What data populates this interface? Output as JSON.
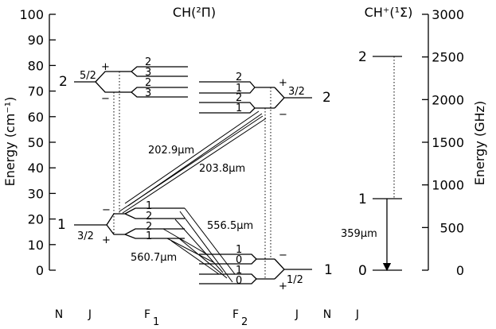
{
  "chart_data": {
    "type": "diagram",
    "title_left": "CH(²Π)",
    "title_right": "CH⁺(¹Σ)",
    "y_left": {
      "label": "Energy (cm⁻¹)",
      "range": [
        0,
        100
      ],
      "ticks": [
        "0",
        "10",
        "20",
        "30",
        "40",
        "50",
        "60",
        "70",
        "80",
        "90",
        "100"
      ]
    },
    "y_right": {
      "label": "Energy (GHz)",
      "range": [
        0,
        3000
      ],
      "ticks": [
        "0",
        "500",
        "1000",
        "1500",
        "2000",
        "2500",
        "3000"
      ]
    },
    "ch_levels": [
      {
        "N": "2",
        "J": "5/2",
        "ladder": "F1",
        "parity_upper": "+",
        "parity_lower": "−",
        "F_upper": [
          "2",
          "3"
        ],
        "F_lower": [
          "2",
          "3"
        ]
      },
      {
        "N": "1",
        "J": "3/2",
        "ladder": "F1",
        "parity_upper": "−",
        "parity_lower": "+",
        "F_upper": [
          "1",
          "2"
        ],
        "F_lower": [
          "2",
          "1"
        ]
      },
      {
        "N": "2",
        "J": "3/2",
        "ladder": "F2",
        "parity_upper": "+",
        "parity_lower": "−",
        "F_upper": [
          "2",
          "1"
        ],
        "F_lower": [
          "2",
          "1"
        ]
      },
      {
        "N": "1",
        "J": "1/2",
        "ladder": "F2",
        "parity_upper": "−",
        "parity_lower": "+",
        "F_upper": [
          "1",
          "0"
        ],
        "F_lower": [
          "1",
          "0"
        ]
      }
    ],
    "ch_plus_levels": [
      {
        "J": "2",
        "energy_ghz": 2500
      },
      {
        "J": "1",
        "energy_ghz": 835
      },
      {
        "J": "0",
        "energy_ghz": 0
      }
    ],
    "transitions": [
      "202.9μm",
      "203.8μm",
      "556.5μm",
      "560.7μm",
      "359μm"
    ],
    "bottom_labels": [
      "N",
      "J",
      "F",
      "1",
      "F",
      "2",
      "J",
      "N",
      "J"
    ]
  }
}
